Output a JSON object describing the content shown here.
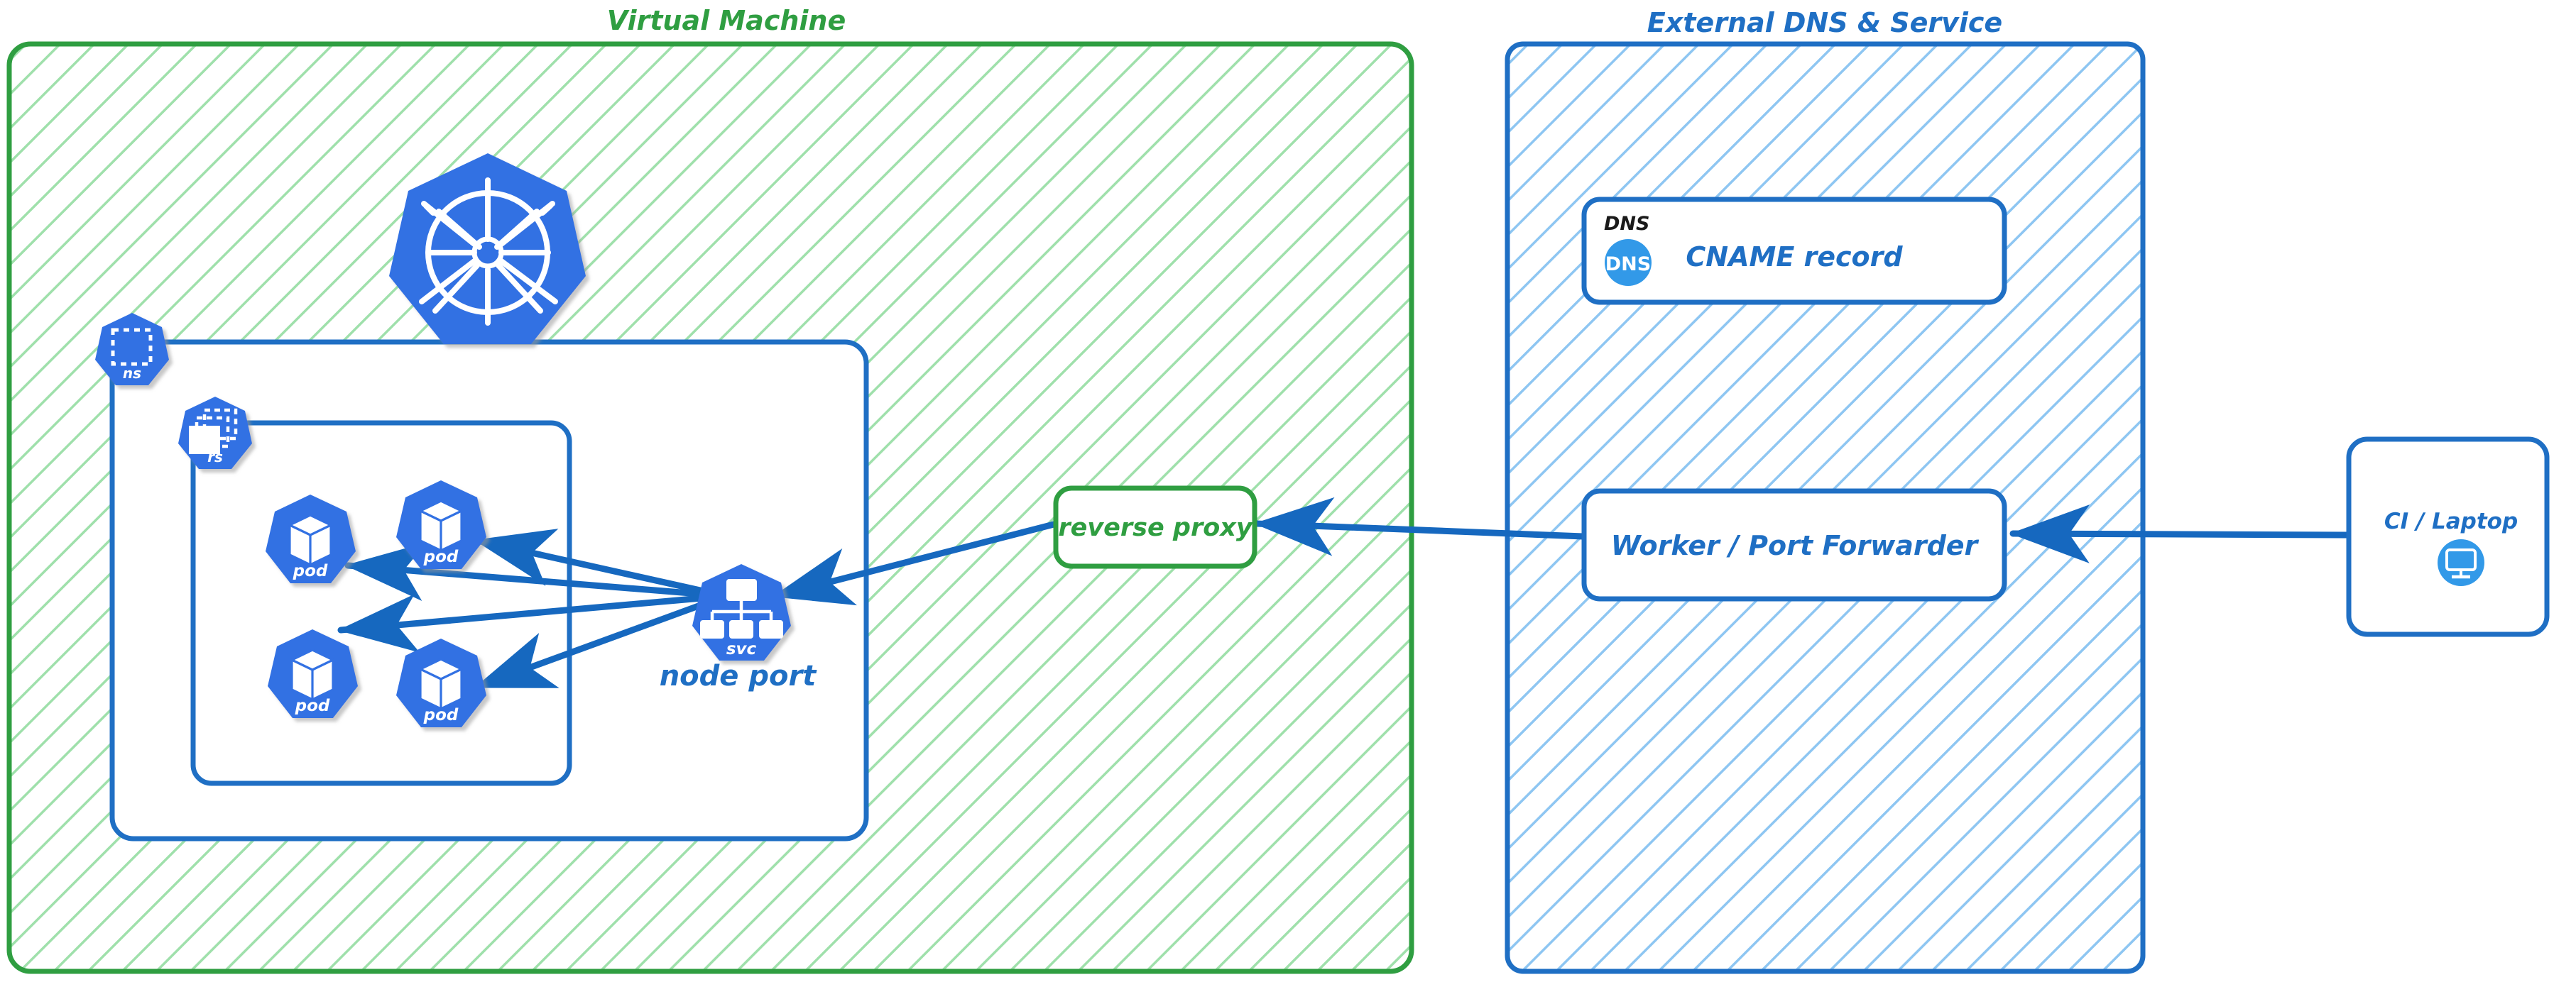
{
  "diagram": {
    "title_virtual_machine": "Virtual Machine",
    "title_external": "External DNS & Service",
    "colors": {
      "green_border": "#2f9e41",
      "green_hatch": "#9fe0ab",
      "green_text": "#2f9e41",
      "blue_border": "#1f6fc4",
      "blue_hatch": "#8ec6f2",
      "blue_text": "#1f6fc4",
      "k8s_blue": "#3371e3",
      "arrow_blue": "#1668bf",
      "black_text": "#1a1a1a",
      "white": "#ffffff"
    }
  },
  "virtual_machine": {
    "label": "Virtual Machine",
    "kubernetes_logo": "kubernetes-wheel-icon",
    "namespace_badge": {
      "code": "ns",
      "icon": "namespace-icon"
    },
    "replicaset_badge": {
      "code": "rs",
      "icon": "replicaset-icon"
    },
    "pods": [
      {
        "label": "pod",
        "icon": "pod-icon"
      },
      {
        "label": "pod",
        "icon": "pod-icon"
      },
      {
        "label": "pod",
        "icon": "pod-icon"
      },
      {
        "label": "pod",
        "icon": "pod-icon"
      }
    ],
    "service": {
      "code": "svc",
      "icon": "service-icon",
      "caption": "node port"
    },
    "reverse_proxy": {
      "label": "reverse proxy"
    }
  },
  "external": {
    "label": "External DNS & Service",
    "dns_card": {
      "header": "DNS",
      "badge": "DNS",
      "record": "CNAME record",
      "icon": "dns-icon"
    },
    "worker": {
      "label": "Worker / Port Forwarder"
    }
  },
  "client": {
    "label": "CI / Laptop",
    "icon": "monitor-icon"
  },
  "connections": [
    {
      "name": "svc-to-pod-1",
      "from": "service",
      "to": "pod-1"
    },
    {
      "name": "svc-to-pod-2",
      "from": "service",
      "to": "pod-2"
    },
    {
      "name": "svc-to-pod-3",
      "from": "service",
      "to": "pod-3"
    },
    {
      "name": "svc-to-pod-4",
      "from": "service",
      "to": "pod-4"
    },
    {
      "name": "reverse-proxy-to-svc",
      "from": "reverse proxy",
      "to": "service"
    },
    {
      "name": "worker-to-reverse-proxy",
      "from": "Worker / Port Forwarder",
      "to": "reverse proxy"
    },
    {
      "name": "ci-laptop-to-worker",
      "from": "CI / Laptop",
      "to": "Worker / Port Forwarder"
    }
  ]
}
